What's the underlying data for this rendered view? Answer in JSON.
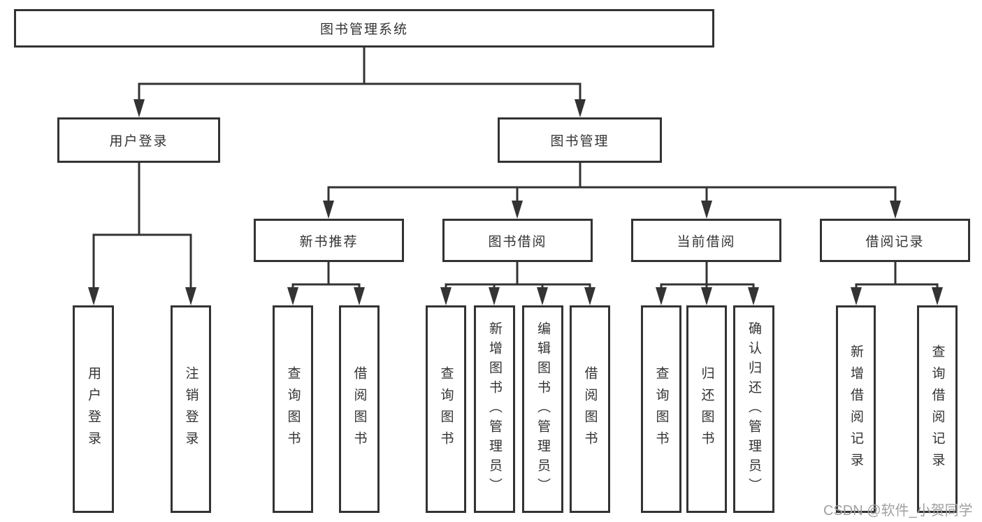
{
  "diagram": {
    "root": {
      "label": "图书管理系统"
    },
    "children": [
      {
        "label": "用户登录",
        "children": [
          {
            "label": "用户登录"
          },
          {
            "label": "注销登录"
          }
        ]
      },
      {
        "label": "图书管理",
        "children": [
          {
            "label": "新书推荐",
            "children": [
              {
                "label": "查询图书"
              },
              {
                "label": "借阅图书"
              }
            ]
          },
          {
            "label": "图书借阅",
            "children": [
              {
                "label": "查询图书"
              },
              {
                "label": "新增图书（管理员）"
              },
              {
                "label": "编辑图书（管理员）"
              },
              {
                "label": "借阅图书"
              }
            ]
          },
          {
            "label": "当前借阅",
            "children": [
              {
                "label": "查询图书"
              },
              {
                "label": "归还图书"
              },
              {
                "label": "确认归还（管理员）"
              }
            ]
          },
          {
            "label": "借阅记录",
            "children": [
              {
                "label": "新增借阅记录"
              },
              {
                "label": "查询借阅记录"
              }
            ]
          }
        ]
      }
    ]
  },
  "watermark": {
    "text": "CSDN @软件_小贺同学",
    "color": "#a0a0a0"
  },
  "colors": {
    "line": "#333333",
    "box_border": "#333333",
    "box_bg": "#ffffff",
    "text": "#333333"
  }
}
